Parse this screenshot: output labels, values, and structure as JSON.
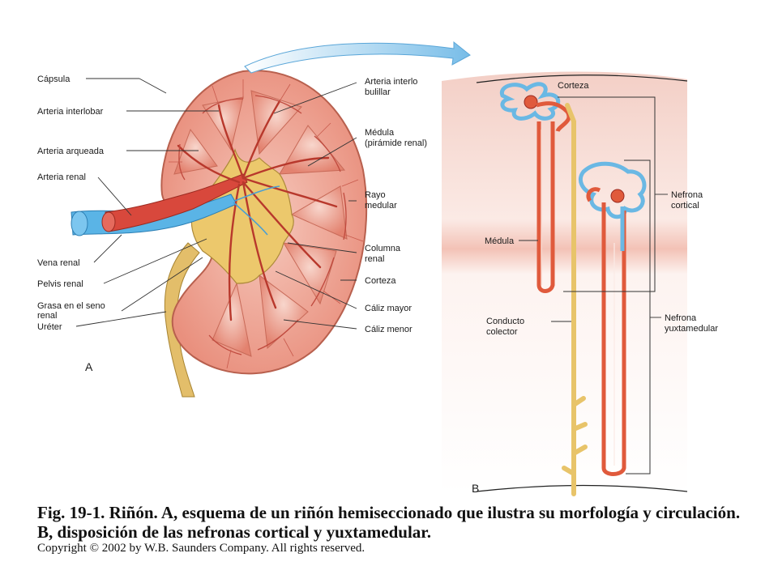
{
  "figure": {
    "panel_a_letter": "A",
    "panel_b_letter": "B",
    "kidney_labels": {
      "capsula": "Cápsula",
      "arteria_interlobar": "Arteria interlobar",
      "arteria_arqueada": "Arteria arqueada",
      "arteria_renal": "Arteria renal",
      "vena_renal": "Vena renal",
      "pelvis_renal": "Pelvis renal",
      "grasa_line1": "Grasa en el seno",
      "grasa_line2": "renal",
      "ureter": "Uréter",
      "arteria_interlobulillar_line1": "Arteria interlo",
      "arteria_interlobulillar_line2": "bulillar",
      "medula_line1": "Médula",
      "medula_line2": "(pirámide renal)",
      "rayo_line1": "Rayo",
      "rayo_line2": "medular",
      "columna_line1": "Columna",
      "columna_line2": "renal",
      "corteza": "Corteza",
      "caliz_mayor": "Cáliz mayor",
      "caliz_menor": "Cáliz menor"
    },
    "nephron_labels": {
      "corteza": "Corteza",
      "medula": "Médula",
      "nefrona_cortical_line1": "Nefrona",
      "nefrona_cortical_line2": "cortical",
      "conducto_line1": "Conducto",
      "conducto_line2": "colector",
      "nefrona_yuxta_line1": "Nefrona",
      "nefrona_yuxta_line2": "yuxtamedular"
    },
    "colors": {
      "artery": "#d8483c",
      "vein": "#5ab4e6",
      "cortex": "#f2b3a4",
      "pelvis": "#e8c768",
      "nephron_red": "#e05a3c",
      "nephron_blue": "#6ab8e4",
      "duct": "#e8c46a"
    }
  },
  "caption": {
    "fig_number": "Fig. 19-1.",
    "text": " Riñón. A, esquema de un riñón hemiseccionado que ilustra su morfología y circulación. B, disposición de las nefronas cortical y yuxtamedular."
  },
  "copyright": "Copyright © 2002 by W.B. Saunders Company. All rights reserved."
}
